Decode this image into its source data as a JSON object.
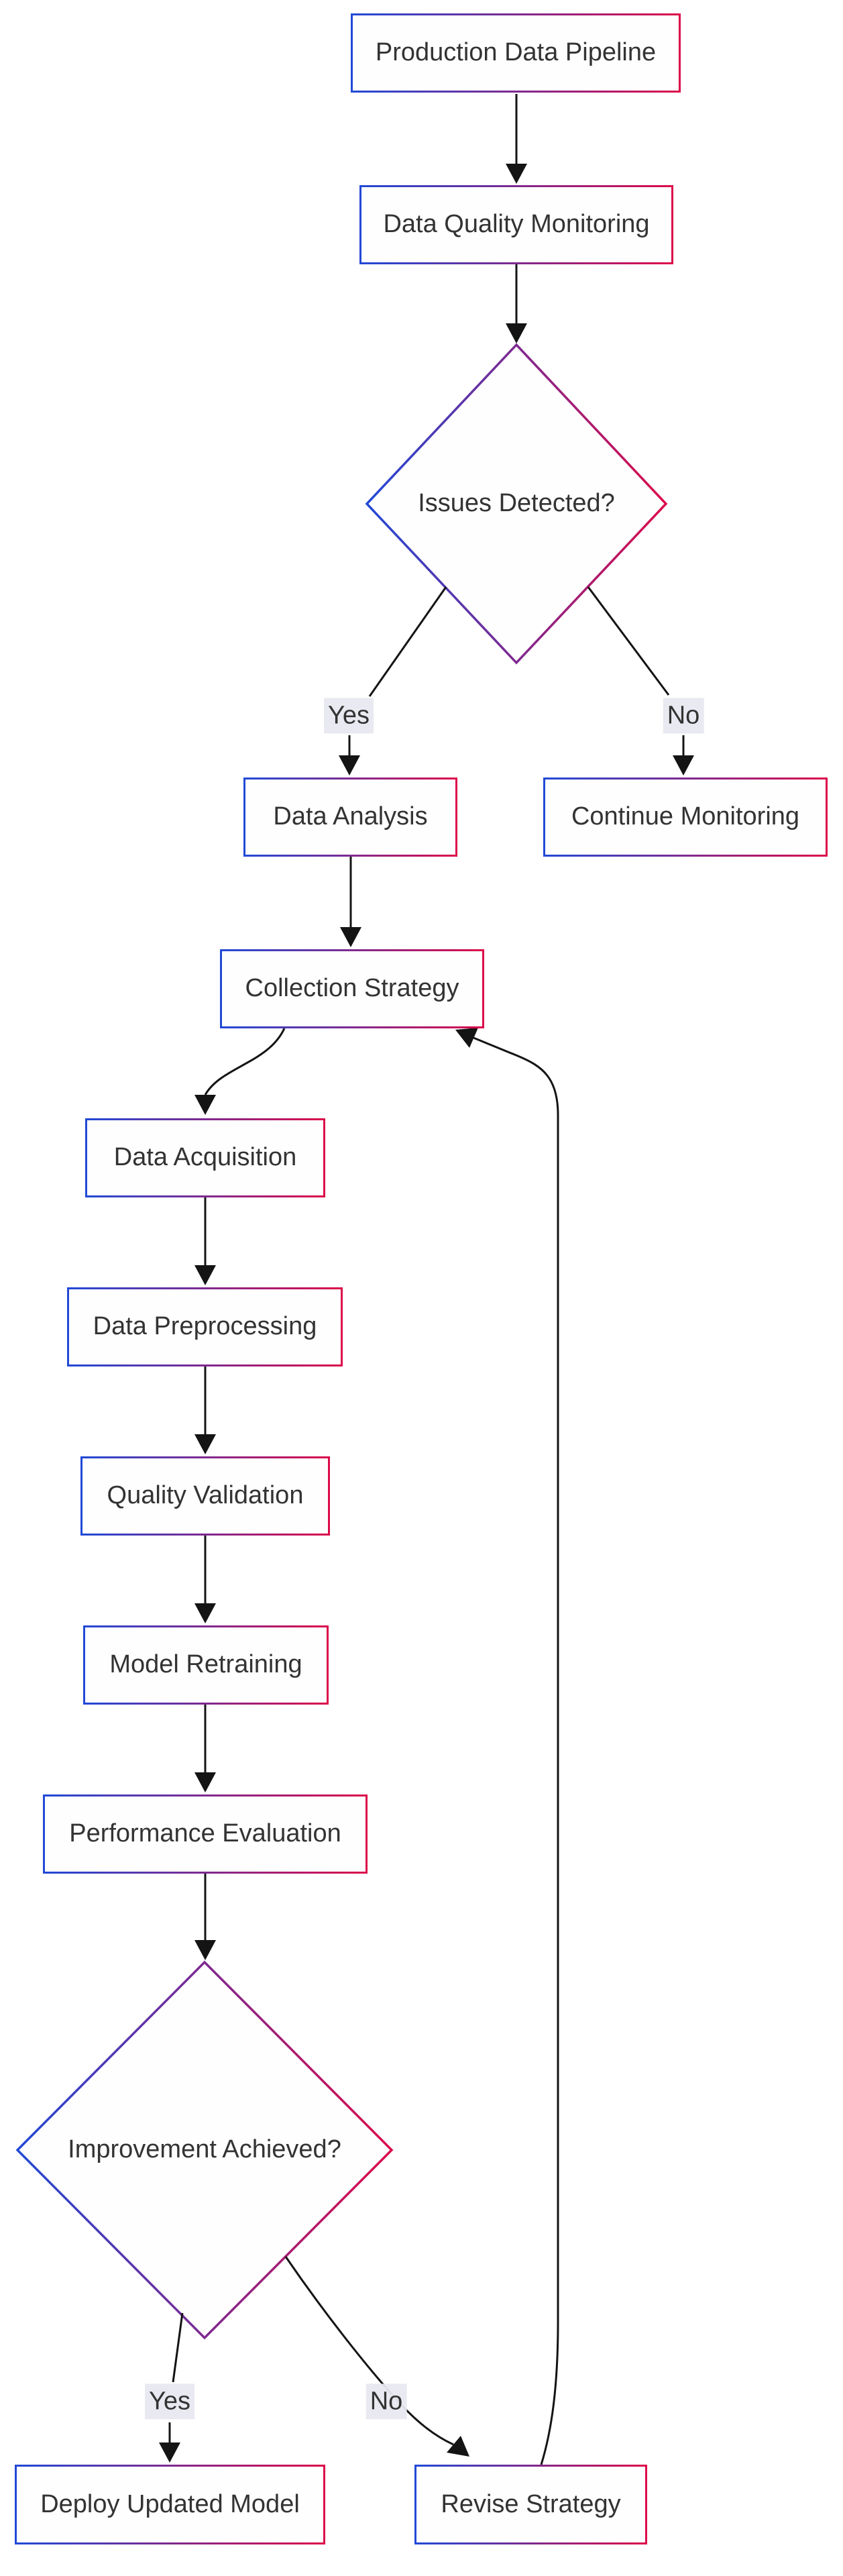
{
  "diagram": {
    "type": "flowchart",
    "background": "#ffffff",
    "palette": {
      "node_fill": "#fefefe",
      "node_border_gradient_start": "#2149d6",
      "node_border_gradient_end": "#dc0a4a",
      "edge_color": "#141414",
      "text_color": "#333333",
      "edge_label_bg": "#e8e8f0"
    }
  },
  "nodes": {
    "production": {
      "label": "Production Data Pipeline",
      "shape": "rect"
    },
    "monitoring": {
      "label": "Data Quality Monitoring",
      "shape": "rect"
    },
    "issues": {
      "label": "Issues Detected?",
      "shape": "diamond"
    },
    "analysis": {
      "label": "Data Analysis",
      "shape": "rect"
    },
    "continueMon": {
      "label": "Continue Monitoring",
      "shape": "rect"
    },
    "collection": {
      "label": "Collection Strategy",
      "shape": "rect"
    },
    "acquisition": {
      "label": "Data Acquisition",
      "shape": "rect"
    },
    "preprocessing": {
      "label": "Data Preprocessing",
      "shape": "rect"
    },
    "validation": {
      "label": "Quality Validation",
      "shape": "rect"
    },
    "retraining": {
      "label": "Model Retraining",
      "shape": "rect"
    },
    "evaluation": {
      "label": "Performance Evaluation",
      "shape": "rect"
    },
    "improvement": {
      "label": "Improvement Achieved?",
      "shape": "diamond"
    },
    "deploy": {
      "label": "Deploy Updated Model",
      "shape": "rect"
    },
    "revise": {
      "label": "Revise Strategy",
      "shape": "rect"
    }
  },
  "edge_labels": {
    "yes1": "Yes",
    "no1": "No",
    "yes2": "Yes",
    "no2": "No"
  },
  "edges": [
    {
      "from": "Production Data Pipeline",
      "to": "Data Quality Monitoring",
      "label": ""
    },
    {
      "from": "Data Quality Monitoring",
      "to": "Issues Detected?",
      "label": ""
    },
    {
      "from": "Issues Detected?",
      "to": "Data Analysis",
      "label": "Yes"
    },
    {
      "from": "Issues Detected?",
      "to": "Continue Monitoring",
      "label": "No"
    },
    {
      "from": "Data Analysis",
      "to": "Collection Strategy",
      "label": ""
    },
    {
      "from": "Collection Strategy",
      "to": "Data Acquisition",
      "label": ""
    },
    {
      "from": "Data Acquisition",
      "to": "Data Preprocessing",
      "label": ""
    },
    {
      "from": "Data Preprocessing",
      "to": "Quality Validation",
      "label": ""
    },
    {
      "from": "Quality Validation",
      "to": "Model Retraining",
      "label": ""
    },
    {
      "from": "Model Retraining",
      "to": "Performance Evaluation",
      "label": ""
    },
    {
      "from": "Performance Evaluation",
      "to": "Improvement Achieved?",
      "label": ""
    },
    {
      "from": "Improvement Achieved?",
      "to": "Deploy Updated Model",
      "label": "Yes"
    },
    {
      "from": "Improvement Achieved?",
      "to": "Revise Strategy",
      "label": "No"
    },
    {
      "from": "Revise Strategy",
      "to": "Collection Strategy",
      "label": ""
    }
  ]
}
